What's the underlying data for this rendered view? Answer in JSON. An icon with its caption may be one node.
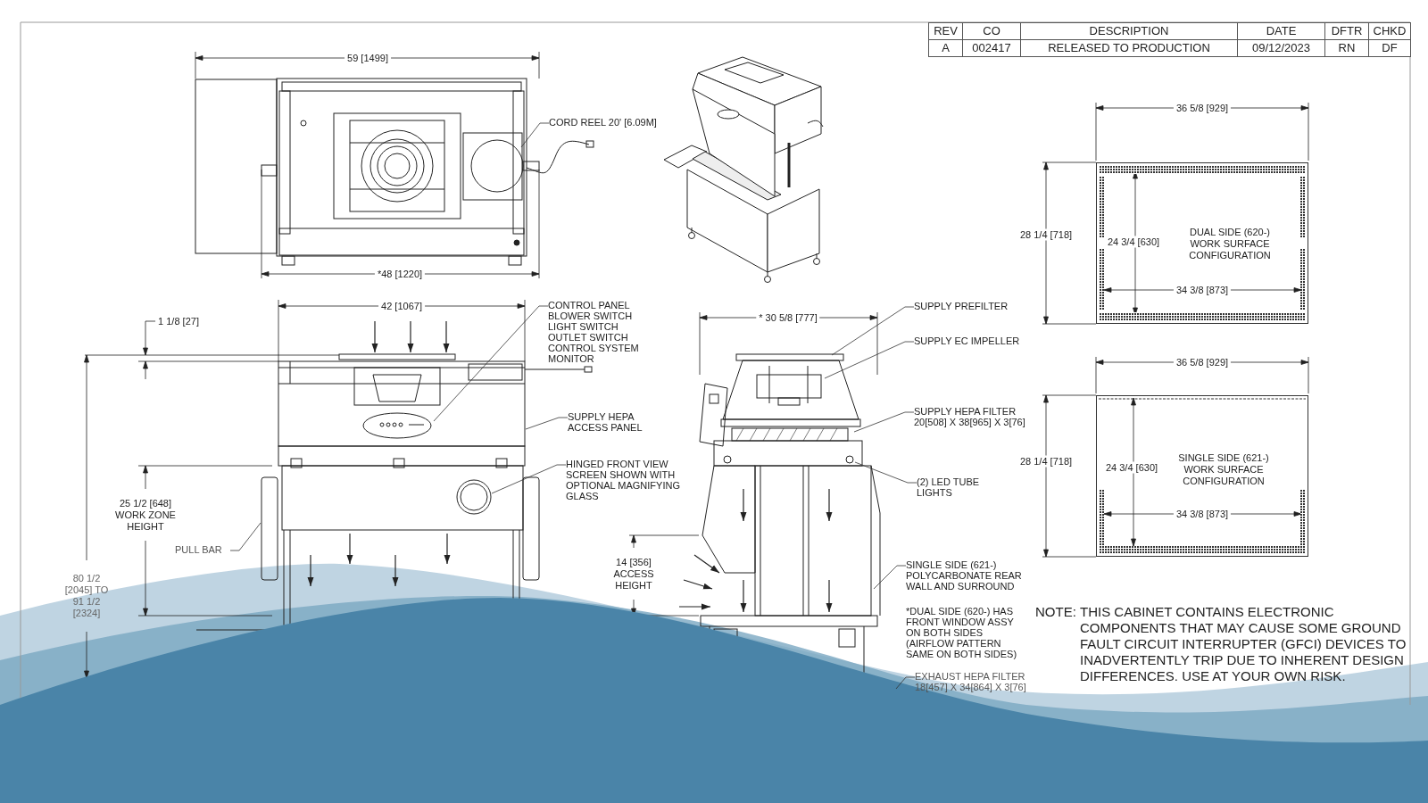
{
  "diagram": {
    "nodes": [
      {
        "text": [
          "CORD REEL 20' [6.09M]"
        ]
      },
      {
        "text": [
          "CONTROL PANEL",
          "BLOWER SWITCH",
          "LIGHT SWITCH",
          "OUTLET SWITCH",
          "CONTROL SYSTEM",
          "MONITOR"
        ]
      },
      {
        "text": [
          "SUPPLY HEPA ACCESS PANEL"
        ]
      },
      {
        "text": [
          "HINGED FRONT VIEW SCREEN SHOWN WITH OPTIONAL MAGNIFYING GLASS"
        ]
      },
      {
        "text": [
          "PULL BAR"
        ]
      },
      {
        "text": [
          "SUPPLY PREFILTER"
        ]
      },
      {
        "text": [
          "SUPPLY EC IMPELLER"
        ]
      },
      {
        "text": [
          "SUPPLY HEPA FILTER",
          "20[508] X 38[965] X 3[76]"
        ]
      },
      {
        "text": [
          "(2) LED TUBE LIGHTS"
        ]
      },
      {
        "text": [
          "SINGLE SIDE (621-) POLYCARBONATE REAR WALL AND SURROUND"
        ]
      },
      {
        "text": [
          "EXHAUST HEPA FILTER",
          "18[457] X 34[864] X 3[76]"
        ]
      },
      {
        "text": [
          "DUAL SIDE (620-) WORK SURFACE CONFIGURATION"
        ]
      },
      {
        "text": [
          "SINGLE SIDE (621-) WORK SURFACE CONFIGURATION"
        ]
      },
      {
        "text": [],
        "shape": "picture"
      },
      {
        "text": [],
        "shape": "picture"
      },
      {
        "text": [],
        "shape": "picture"
      },
      {
        "text": [],
        "shape": "picture"
      }
    ],
    "edges": [
      {
        "from": 0,
        "to": 13,
        "arrow": "none"
      },
      {
        "from": 1,
        "to": 15,
        "arrow": "none"
      },
      {
        "from": 2,
        "to": 15,
        "arrow": "none"
      },
      {
        "from": 3,
        "to": 15,
        "arrow": "none"
      },
      {
        "from": 4,
        "to": 15,
        "arrow": "none"
      },
      {
        "from": 5,
        "to": 16,
        "arrow": "none"
      },
      {
        "from": 6,
        "to": 16,
        "arrow": "none"
      },
      {
        "from": 7,
        "to": 16,
        "arrow": "none"
      },
      {
        "from": 8,
        "to": 16,
        "arrow": "none"
      },
      {
        "from": 9,
        "to": 16,
        "arrow": "none"
      },
      {
        "from": 10,
        "to": 16,
        "arrow": "none"
      }
    ],
    "labels": [
      "REV",
      "CO",
      "DESCRIPTION",
      "DATE",
      "DFTR",
      "CHKD",
      "A",
      "002417",
      "RELEASED TO PRODUCTION",
      "09/12/2023",
      "RN",
      "DF",
      "59 [1499]",
      "*48 [1220]",
      "36 5/8 [929]",
      "28 1/4 [718]",
      "24 3/4 [630]",
      "34 3/8 [873]",
      "42 [1067]",
      "1 1/8 [27]",
      "* 30 5/8 [777]",
      "36 5/8 [929]",
      "28 1/4 [718]",
      "24 3/4 [630]",
      "34 3/8 [873]",
      "25 1/2 [648] WORK ZONE HEIGHT",
      "*DUAL SIDE (620-) HAS FRONT WINDOW ASSY ON BOTH SIDES (AIRFLOW PATTERN SAME ON BOTH SIDES)",
      "14 [356] ACCESS HEIGHT",
      "80 1/2 [2045] TO 91 1/2 [2324]",
      "NOTE:",
      "THIS CABINET CONTAINS ELECTRONIC COMPONENTS THAT MAY CAUSE SOME GROUND FAULT CIRCUIT INTERRUPTER (GFCI) DEVICES TO INADVERTENTLY TRIP DUE TO INHERENT DESIGN DIFFERENCES. USE AT YOUR OWN RISK."
    ]
  }
}
